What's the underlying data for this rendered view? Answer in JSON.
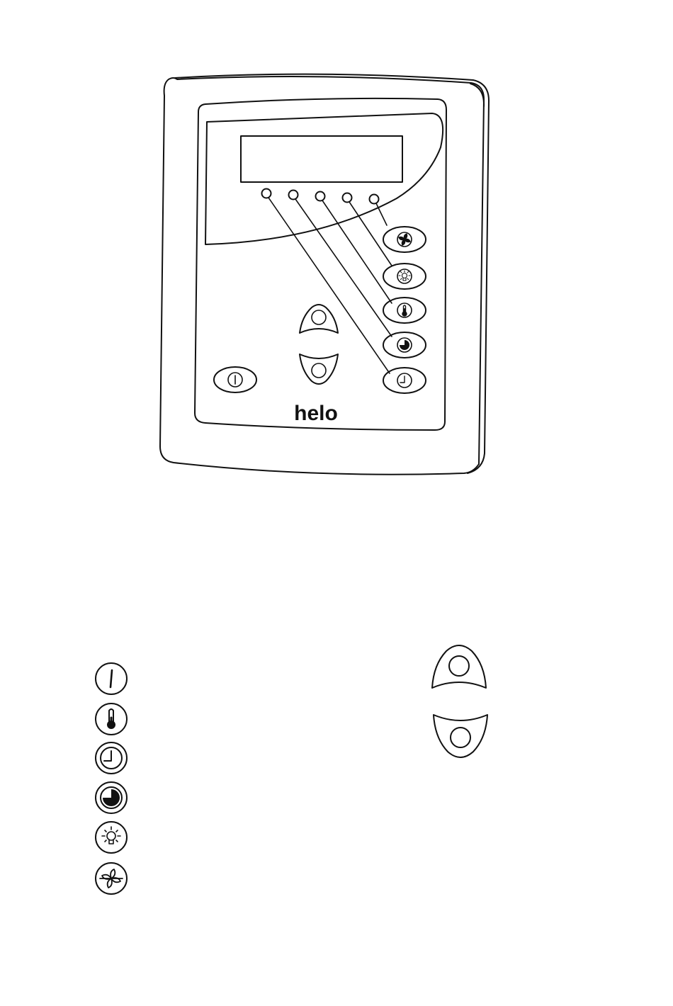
{
  "brand": {
    "logo_text": "helo"
  },
  "panel": {
    "buttons": [
      {
        "key": "fan",
        "icon": "fan-icon"
      },
      {
        "key": "light",
        "icon": "light-bulb-icon"
      },
      {
        "key": "temperature",
        "icon": "thermometer-icon"
      },
      {
        "key": "preset-time",
        "icon": "pie-timer-icon"
      },
      {
        "key": "clock",
        "icon": "clock-icon"
      },
      {
        "key": "power",
        "icon": "power-icon"
      },
      {
        "key": "up",
        "icon": "up-arrow-icon"
      },
      {
        "key": "down",
        "icon": "down-arrow-icon"
      }
    ],
    "indicator_count": 5
  },
  "legend": {
    "icons": [
      "power-icon",
      "thermometer-icon",
      "clock-icon",
      "pie-timer-icon",
      "light-bulb-icon",
      "fan-icon"
    ],
    "arrows": [
      "up-arrow-icon",
      "down-arrow-icon"
    ]
  },
  "colors": {
    "line": "#111111",
    "background": "#ffffff"
  }
}
